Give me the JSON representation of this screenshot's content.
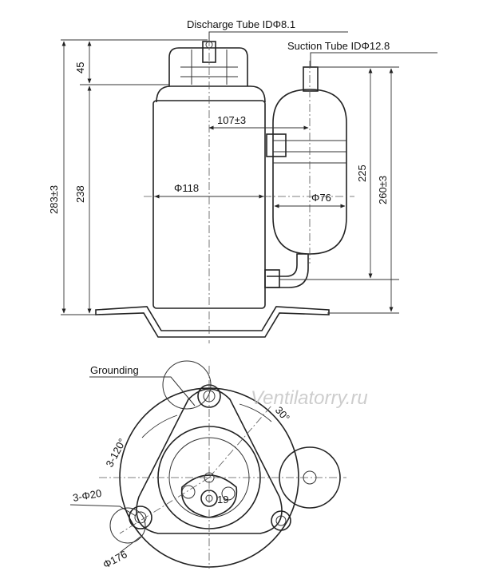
{
  "labels": {
    "discharge_tube": "Discharge Tube IDΦ8.1",
    "suction_tube": "Suction Tube IDΦ12.8",
    "dim_45": "45",
    "dim_283": "283±3",
    "dim_238": "238",
    "dim_107": "107±3",
    "dim_phi118": "Φ118",
    "dim_225": "225",
    "dim_260": "260±3",
    "dim_phi76": "Φ76",
    "grounding": "Grounding",
    "angle_30": "30°",
    "angle_3x120": "3-120°",
    "holes_3phi20": "3-Φ20",
    "dim_19": "19",
    "dim_phi176": "Φ176"
  },
  "watermark": "Ventilatorry.ru"
}
